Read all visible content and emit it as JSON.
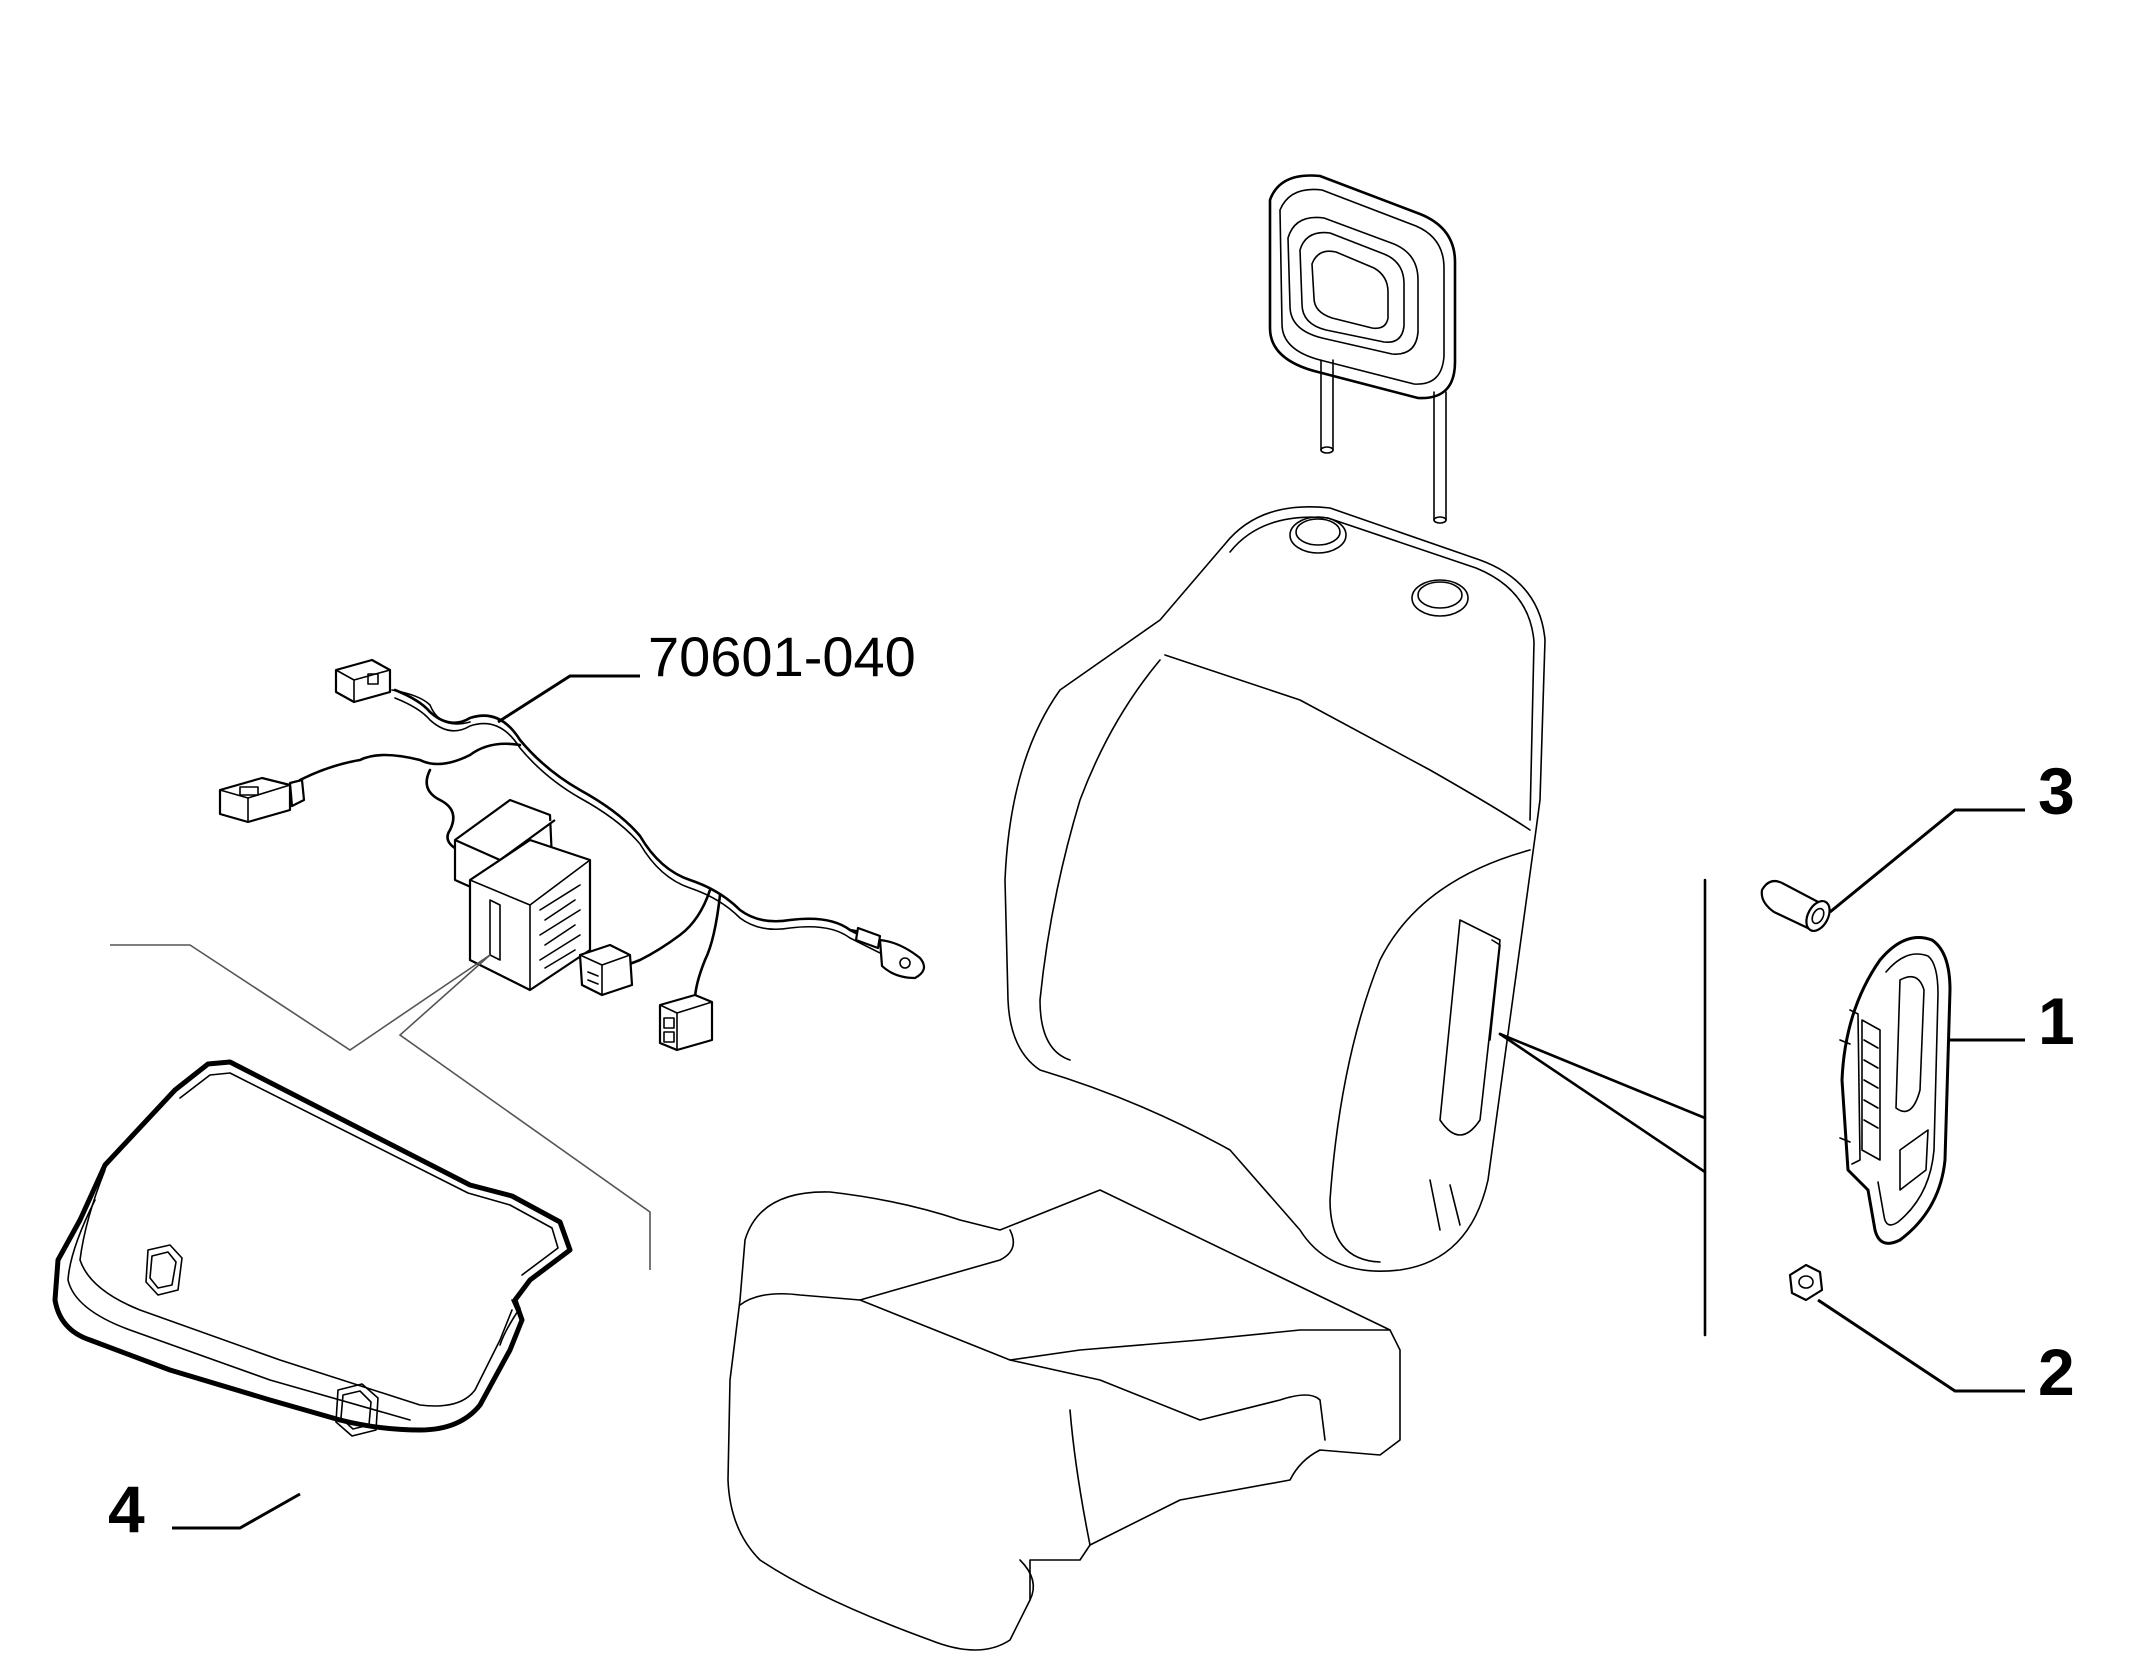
{
  "labels": {
    "part_number": "70601-040",
    "callout_1": "1",
    "callout_2": "2",
    "callout_3": "3",
    "callout_4": "4"
  },
  "icons": [
    "seat-icon",
    "headrest-icon",
    "wiring-harness-icon",
    "seat-panel-icon",
    "switch-bezel-icon",
    "clip-icon",
    "nut-icon"
  ]
}
